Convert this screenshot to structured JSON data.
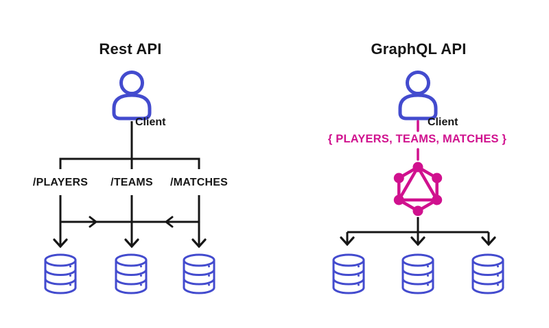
{
  "colors": {
    "background": "#ffffff",
    "black": "#161616",
    "blue": "#434bce",
    "magenta": "#d0118e"
  },
  "rest": {
    "title": "Rest API",
    "client_label": "Client",
    "endpoints": [
      "/PLAYERS",
      "/TEAMS",
      "/MATCHES"
    ],
    "database_count": 3
  },
  "graphql": {
    "title": "GraphQL API",
    "client_label": "Client",
    "query_label": "{ PLAYERS, TEAMS, MATCHES }",
    "database_count": 3
  },
  "icons": {
    "client": "person-icon",
    "database": "database-cylinder-icon",
    "graphql": "graphql-logo-icon"
  }
}
